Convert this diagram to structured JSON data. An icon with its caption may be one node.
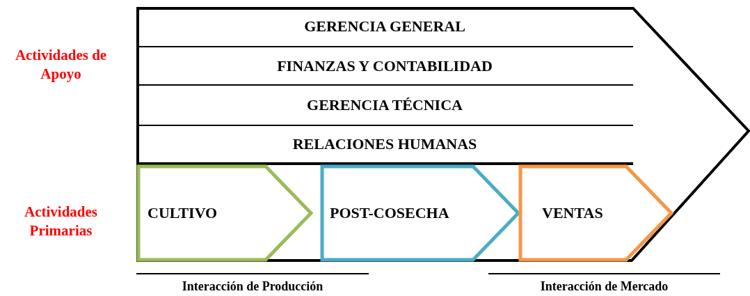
{
  "diagram": {
    "nodes": [
      {
        "text": [],
        "shape": "chevron"
      },
      {
        "text": [
          "GERENCIA GENERAL"
        ],
        "in": 0
      },
      {
        "text": [
          "FINANZAS Y CONTABILIDAD"
        ],
        "in": 0
      },
      {
        "text": [
          "GERENCIA TÉCNICA"
        ],
        "in": 0
      },
      {
        "text": [
          "RELACIONES HUMANAS"
        ],
        "in": 0
      },
      {
        "text": [
          "CULTIVO"
        ],
        "in": 0
      },
      {
        "text": [
          "POST-COSECHA"
        ],
        "in": 0
      },
      {
        "text": [
          "VENTAS"
        ],
        "in": 0
      }
    ],
    "edges": [],
    "labels": [
      "Actividades de Apoyo",
      "Actividades Primarias",
      "Interacción de Producción",
      "Interacción de Mercado"
    ]
  }
}
